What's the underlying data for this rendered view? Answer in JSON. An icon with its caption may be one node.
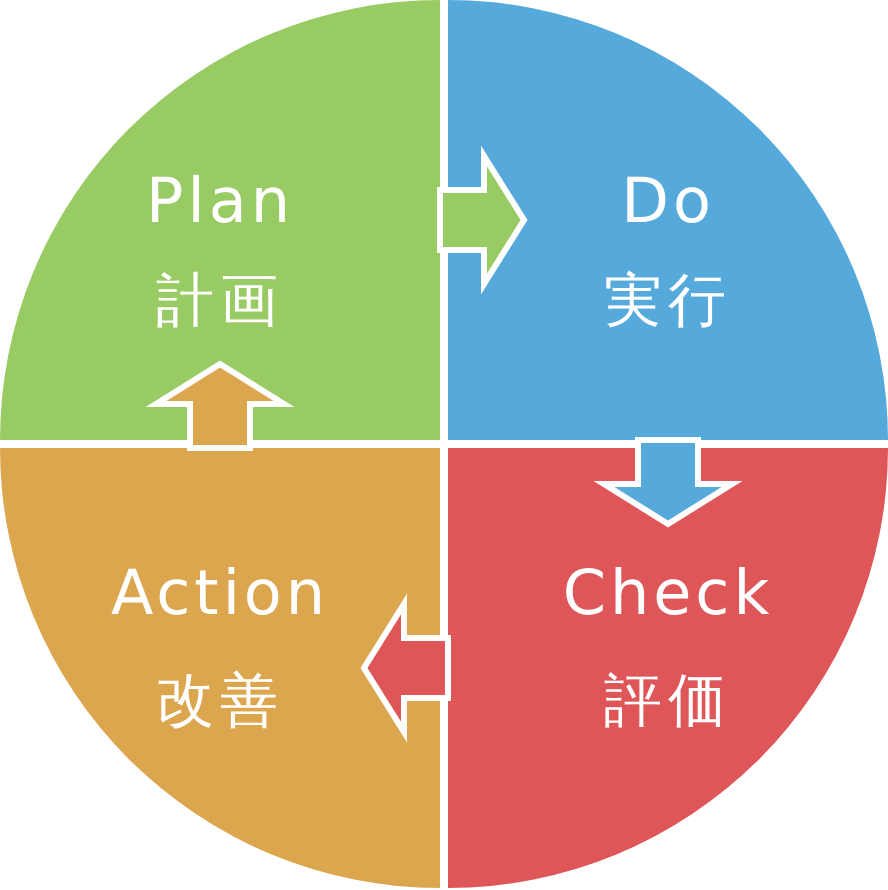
{
  "diagram": {
    "nodes": [
      {
        "text": [
          "Plan",
          "計画"
        ]
      },
      {
        "text": [
          "Do",
          "実行"
        ]
      },
      {
        "text": [
          "Check",
          "評価"
        ]
      },
      {
        "text": [
          "Action",
          "改善"
        ]
      }
    ],
    "edges": [
      {
        "from": 0,
        "to": 1,
        "arrow": "to",
        "color": "#98cb64"
      },
      {
        "from": 1,
        "to": 2,
        "arrow": "to",
        "color": "#55a9db"
      },
      {
        "from": 2,
        "to": 3,
        "arrow": "to",
        "color": "#df5658"
      },
      {
        "from": 3,
        "to": 0,
        "arrow": "to",
        "color": "#dca64f"
      }
    ]
  }
}
